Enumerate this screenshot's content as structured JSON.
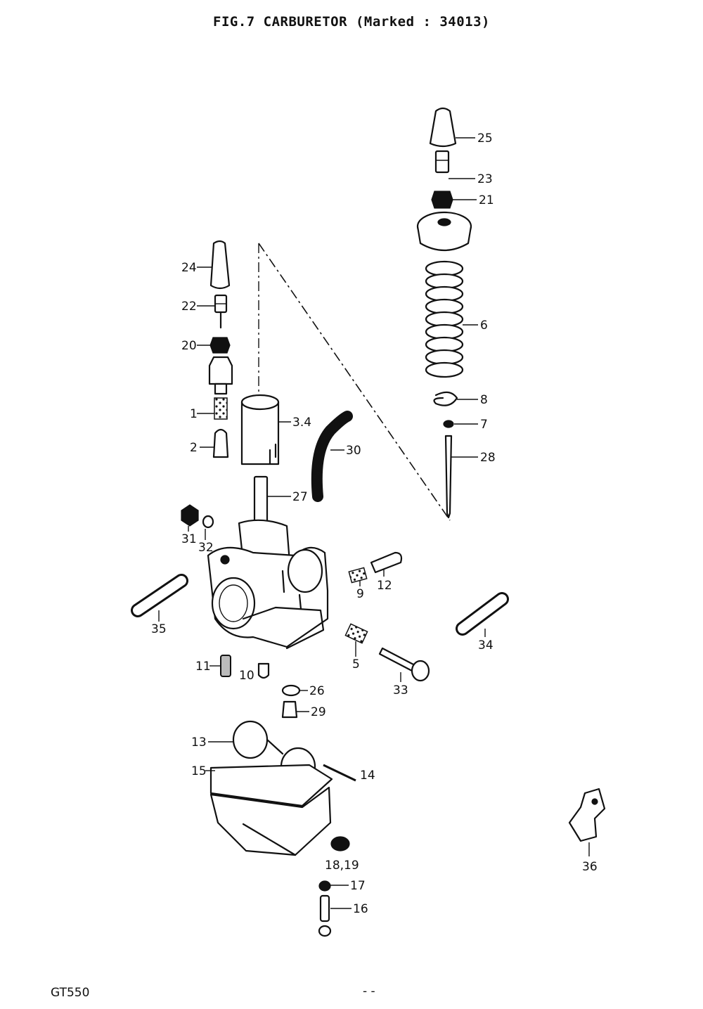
{
  "title": "FIG.7  CARBURETOR (Marked : 34013)",
  "footer": {
    "model": "GT550",
    "page": "- -"
  },
  "callouts": [
    "25",
    "23",
    "21",
    "6",
    "8",
    "7",
    "28",
    "24",
    "22",
    "20",
    "1",
    "2",
    "3.4",
    "30",
    "27",
    "31",
    "32",
    "9",
    "12",
    "35",
    "34",
    "5",
    "33",
    "11",
    "10",
    "26",
    "29",
    "13",
    "15",
    "14",
    "18,19",
    "17",
    "16",
    "36"
  ]
}
